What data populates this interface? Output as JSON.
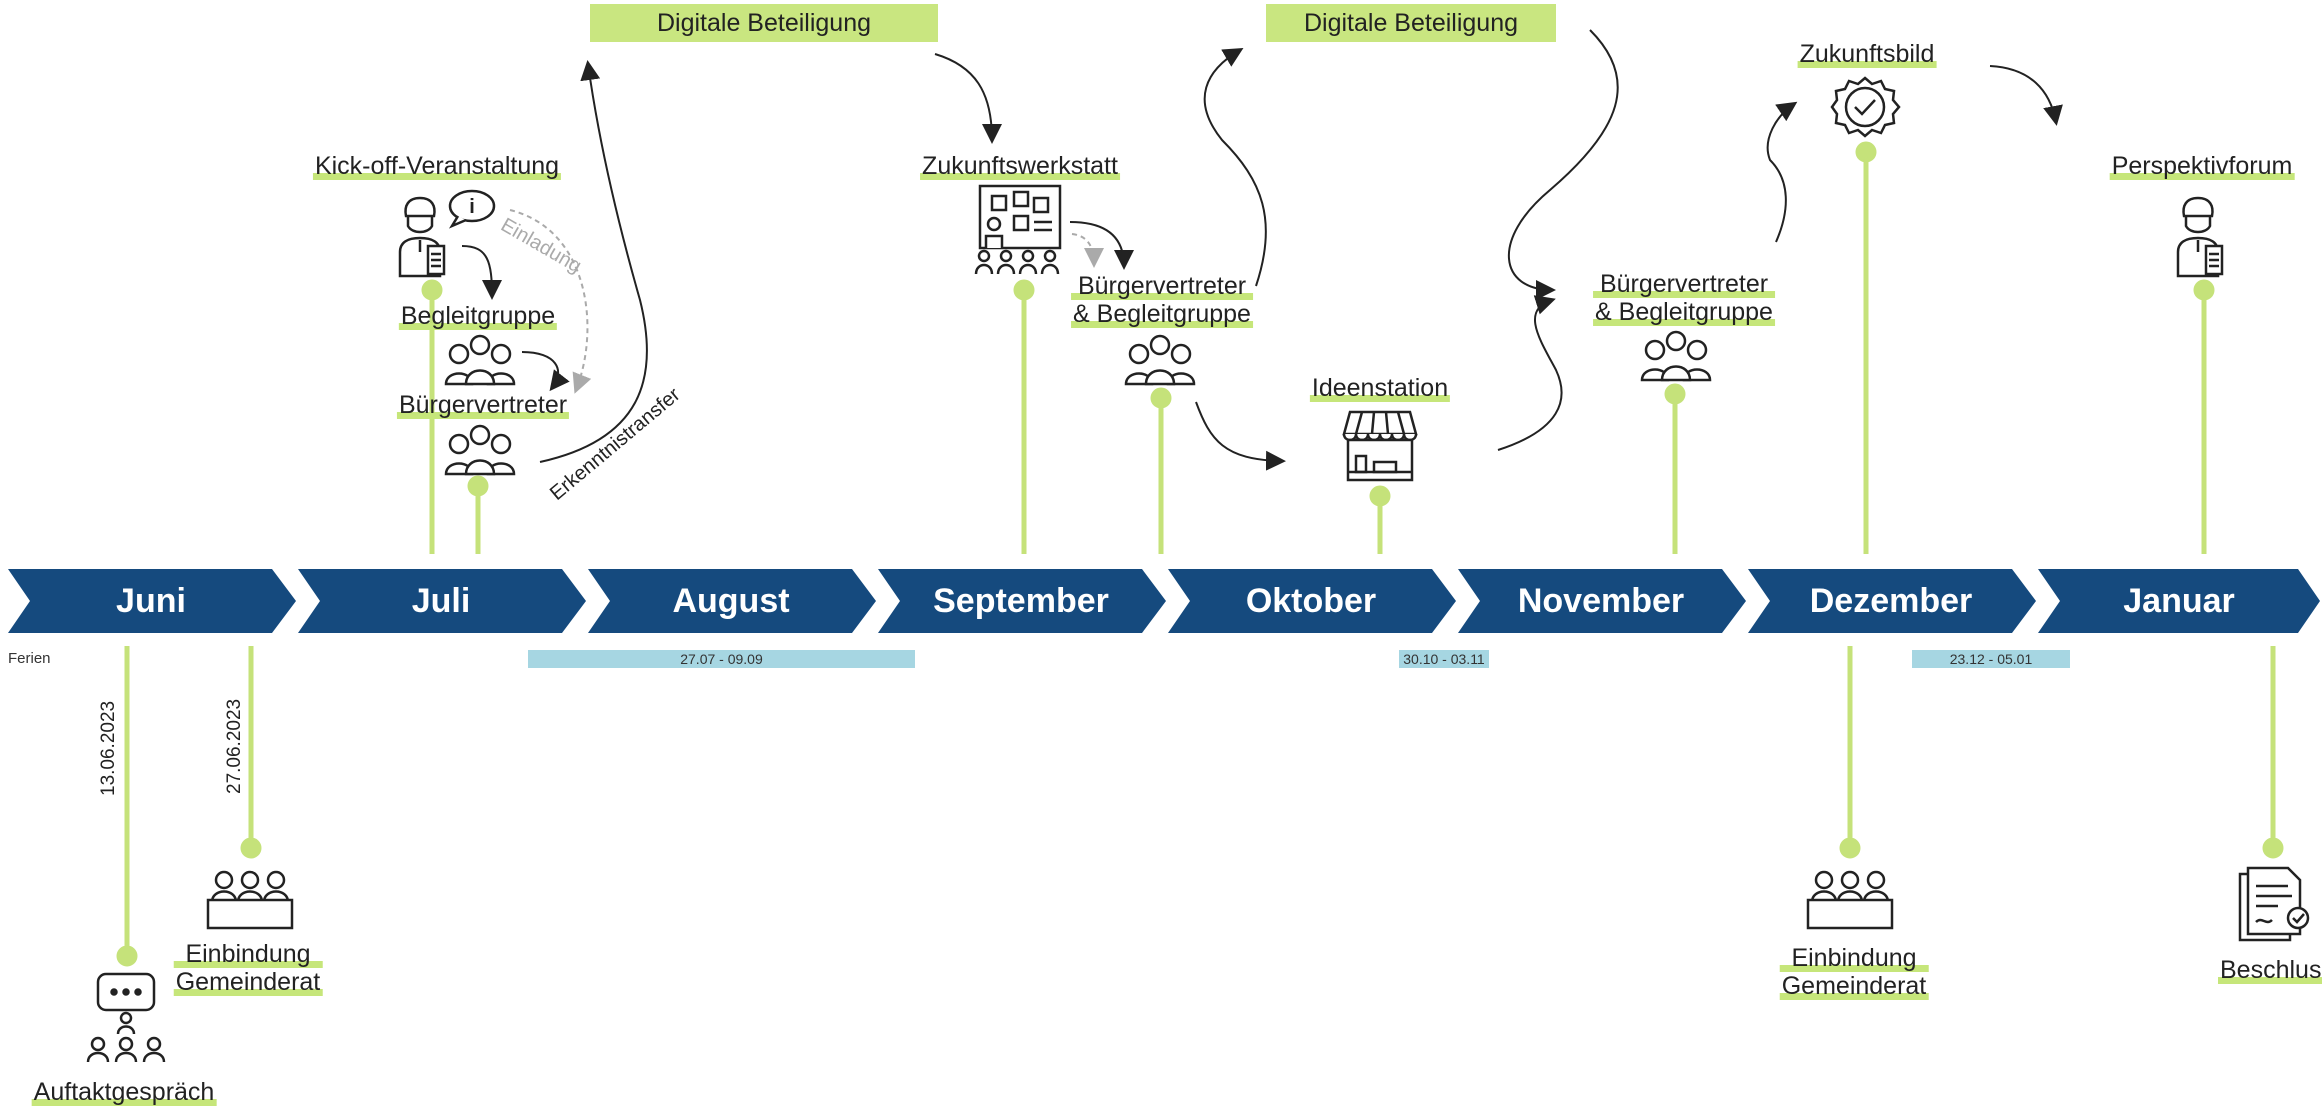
{
  "months": [
    "Juni",
    "Juli",
    "August",
    "September",
    "Oktober",
    "November",
    "Dezember",
    "Januar"
  ],
  "ferien": {
    "label": "Ferien",
    "periods": [
      "27.07 - 09.09",
      "30.10 - 03.11",
      "23.12 - 05.01"
    ]
  },
  "top_events": {
    "kickoff": "Kick-off-Veranstaltung",
    "begleitgruppe": "Begleitgruppe",
    "buergervertreter": "Bürgervertreter",
    "digitale1": "Digitale Beteiligung",
    "digitale2": "Digitale Beteiligung",
    "zukunftswerkstatt": "Zukunftswerkstatt",
    "bv_bg_1_line1": "Bürgervertreter",
    "bv_bg_1_line2": "& Begleitgruppe",
    "ideenstation": "Ideenstation",
    "bv_bg_2_line1": "Bürgervertreter",
    "bv_bg_2_line2": "& Begleitgruppe",
    "zukunftsbild": "Zukunftsbild",
    "perspektivforum": "Perspektivforum"
  },
  "annotations": {
    "einladung": "Einladung",
    "erkenntnistransfer": "Erkenntnistransfer"
  },
  "bottom_events": {
    "date1": "13.06.2023",
    "date2": "27.06.2023",
    "auftakt": "Auftaktgespräch",
    "gemeinderat1_line1": "Einbindung",
    "gemeinderat1_line2": "Gemeinderat",
    "gemeinderat2_line1": "Einbindung",
    "gemeinderat2_line2": "Gemeinderat",
    "beschluss": "Beschluss"
  },
  "colors": {
    "arrow_blue": "#154a7e",
    "accent_green": "#c6e67a",
    "stem_green": "#c5e27a",
    "ferien_blue": "#a6d6e2"
  },
  "icons": [
    "presenter-icon",
    "info-bubble-icon",
    "group-icon",
    "workshop-board-icon",
    "market-stall-icon",
    "certificate-badge-icon",
    "meeting-table-icon",
    "chat-audience-icon",
    "document-approved-icon"
  ]
}
